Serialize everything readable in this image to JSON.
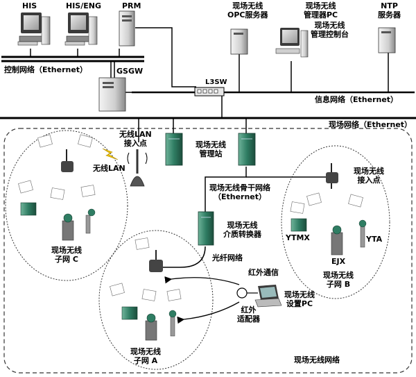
{
  "diagram": {
    "top": {
      "his": "HIS",
      "his_eng": "HIS/ENG",
      "prm": "PRM",
      "opc": "现场无线\nOPC服务器",
      "mgr_pc": "现场无线\n管理器PC",
      "mgr_console": "现场无线\n管理控制台",
      "ntp": "NTP\n服务器"
    },
    "networks": {
      "control": "控制网络（Ethernet）",
      "info": "信息网络（Ethernet）",
      "field": "现场网络（Ethernet）",
      "gsgw": "GSGW",
      "l3sw": "L3SW"
    },
    "field": {
      "wlan_ap": "无线LAN\n接入点",
      "wlan": "无线LAN",
      "mgmt_station": "现场无线\n管理站",
      "backbone": "现场无线骨干网络\n（Ethernet）",
      "wireless_ap": "现场无线\n接入点",
      "media_conv": "现场无线\n介质转换器",
      "fiber": "光纤网络",
      "infrared": "红外通信",
      "ir_adapter": "红外\n适配器",
      "setup_pc": "现场无线\n设置PC",
      "subnet_a": "现场无线\n子网 A",
      "subnet_b": "现场无线\n子网 B",
      "subnet_c": "现场无线\n子网 C",
      "ytmx": "YTMX",
      "yta": "YTA",
      "ejx": "EJX",
      "field_wireless_network": "现场无线网络"
    }
  }
}
